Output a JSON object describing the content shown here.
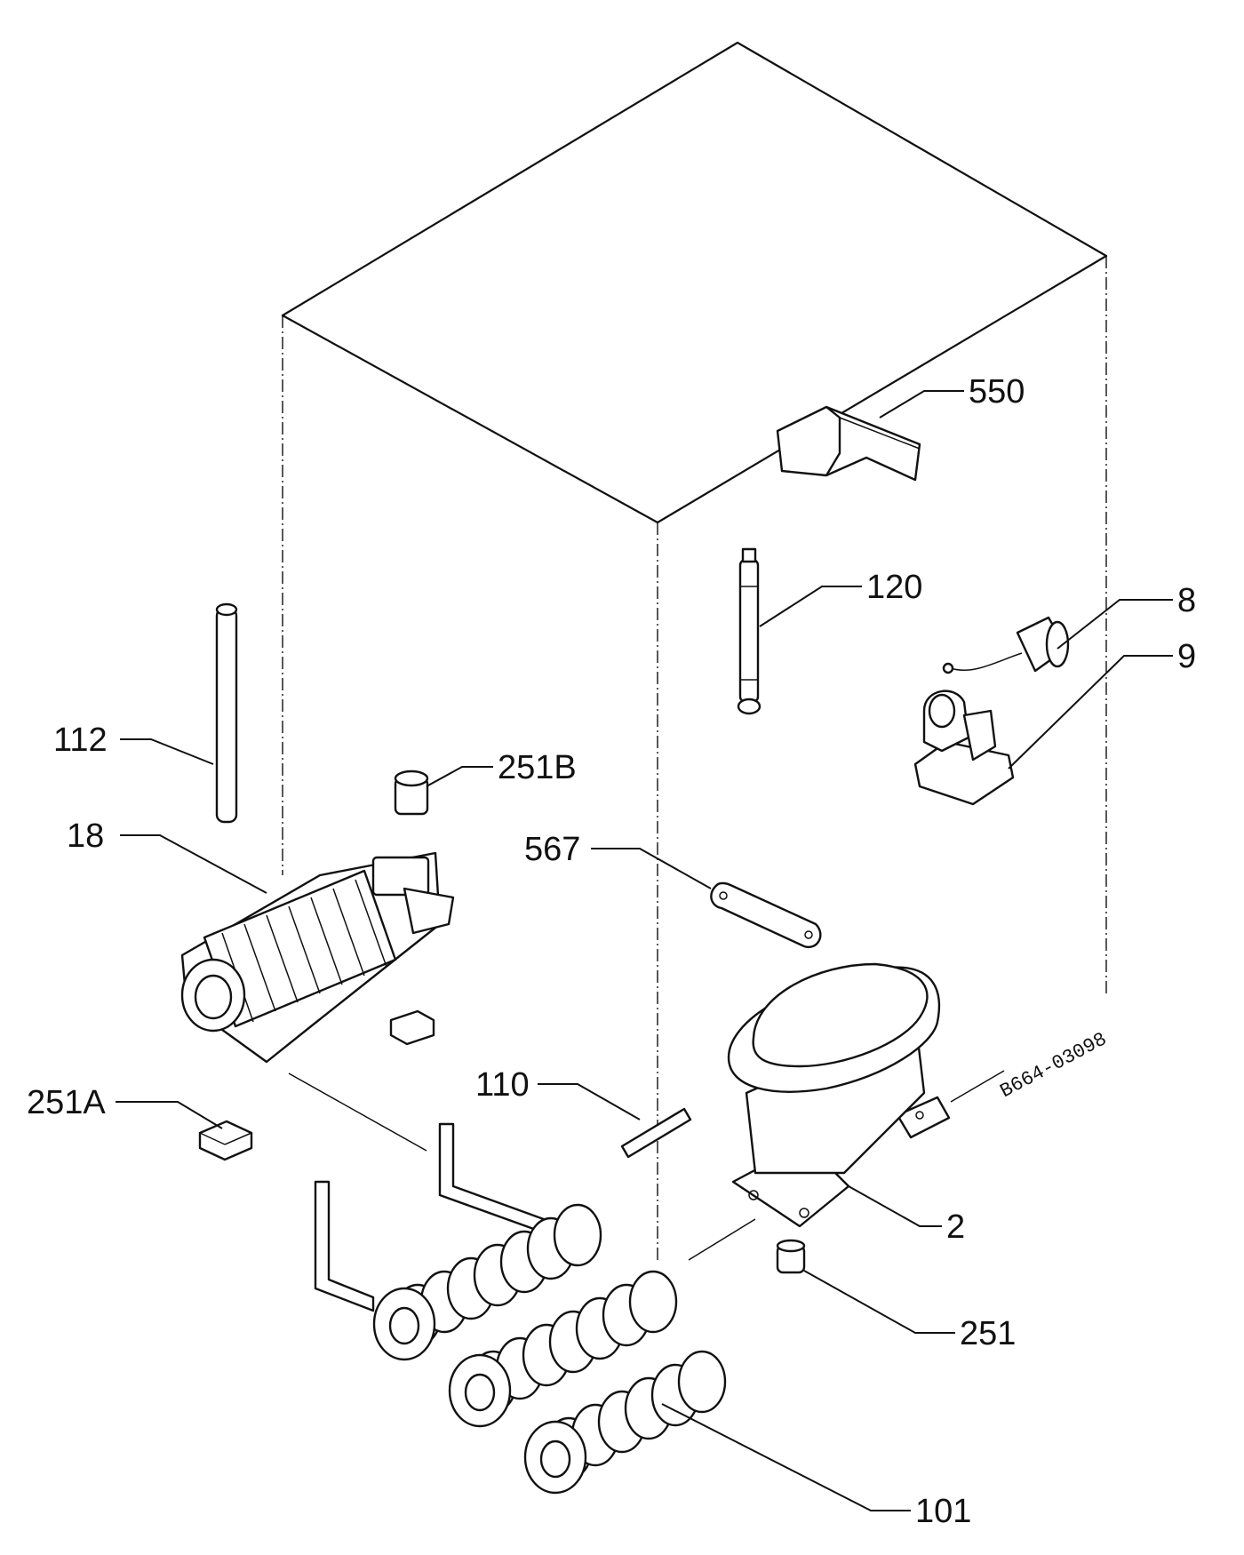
{
  "labels": {
    "p550": "550",
    "p120": "120",
    "p8": "8",
    "p9": "9",
    "p112": "112",
    "p251B": "251B",
    "p567": "567",
    "p18": "18",
    "p110": "110",
    "p251A": "251A",
    "p2": "2",
    "p251": "251",
    "p101": "101"
  },
  "drawing_code": "B664-03098"
}
